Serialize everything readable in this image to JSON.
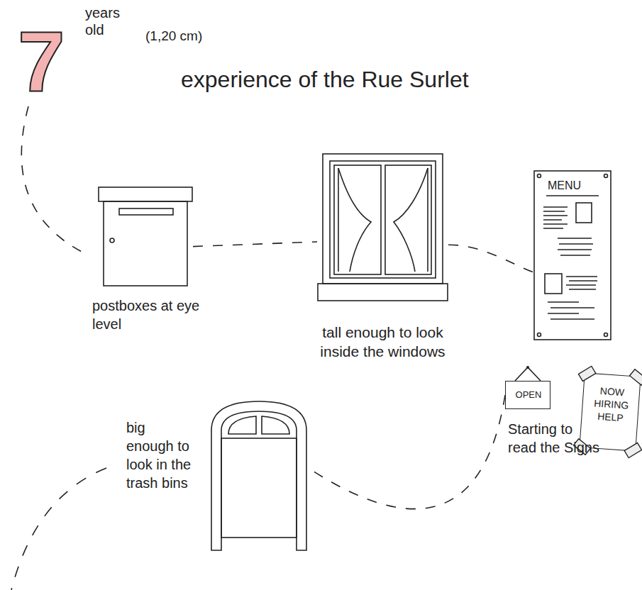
{
  "diagram": {
    "title": "experience of the Rue Surlet",
    "nodes": [
      {
        "text": [
          "postboxes at eye level"
        ]
      },
      {
        "text": [
          "tall enough to look inside the windows"
        ]
      },
      {
        "text": [
          "MENU"
        ]
      },
      {
        "text": [
          "OPEN"
        ]
      },
      {
        "text": [
          "NOW HIRING HELP"
        ]
      },
      {
        "text": [
          "big enough to look in the trash bins"
        ]
      }
    ],
    "edges": [
      {
        "from": 0,
        "to": 1,
        "arrow": "none"
      },
      {
        "from": 1,
        "to": 2,
        "arrow": "none"
      },
      {
        "from": 3,
        "to": 5,
        "arrow": "none"
      }
    ],
    "labels": [
      "7",
      "years old",
      "(1,20 cm)",
      "Starting to read the Signs"
    ]
  }
}
